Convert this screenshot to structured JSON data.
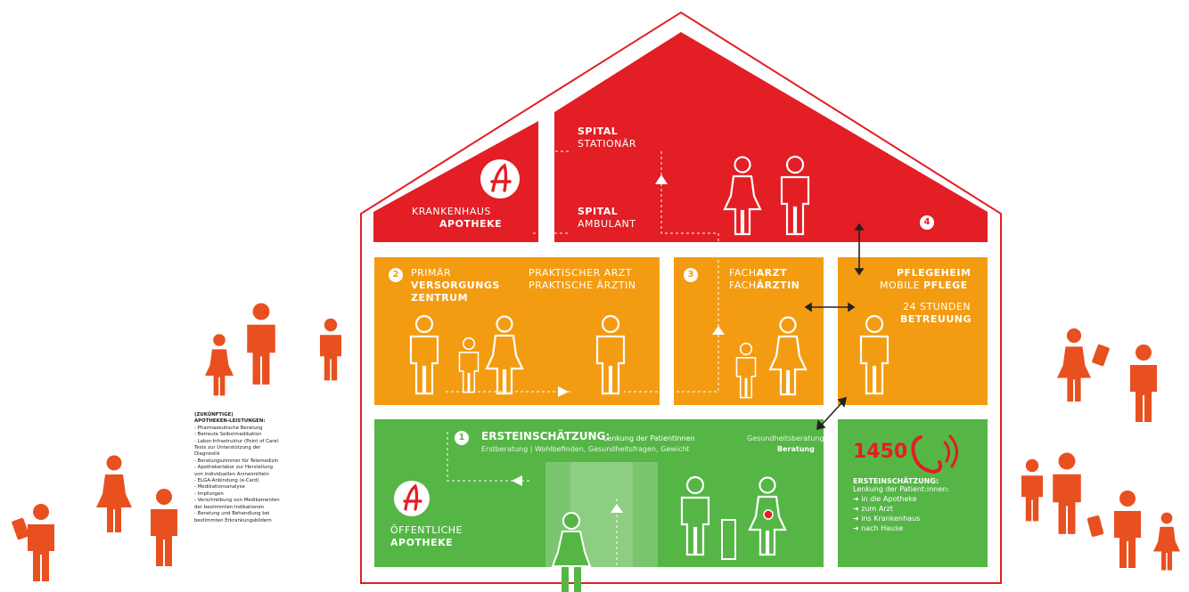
{
  "roof": {
    "krankenhaus": {
      "line1": "KRANKENHAUS",
      "line2": "APOTHEKE"
    },
    "spital_stationaer": {
      "line1": "SPITAL",
      "line2": "STATIONÄR"
    },
    "spital_ambulant": {
      "line1": "SPITAL",
      "line2": "AMBULANT"
    },
    "marker": "4"
  },
  "middle": {
    "pvz": {
      "number": "2",
      "line1": "PRIMÄR",
      "line2": "VERSORGUNGS",
      "line3": "ZENTRUM"
    },
    "praktischer_arzt": {
      "line1": "PRAKTISCHER ARZT",
      "line2": "PRAKTISCHE ÄRZTIN"
    },
    "facharzt": {
      "number": "3",
      "line1_a": "FACH",
      "line1_b": "ARZT",
      "line2_a": "FACH",
      "line2_b": "ÄRZTIN"
    },
    "pflege": {
      "line1": "PFLEGEHEIM",
      "line2_a": "MOBILE ",
      "line2_b": "PFLEGE",
      "line3": "24 STUNDEN",
      "line4": "BETREUUNG"
    }
  },
  "ground": {
    "ersteinschaetzung": {
      "number": "1",
      "title": "ERSTEINSCHÄTZUNG:",
      "subtitle": "Lenkung der PatientInnen",
      "detail": "Erstberatung | Wohlbefinden, Gesundheitsfragen, Gewicht",
      "right_line1": "Gesundheitsberatung",
      "right_line2": "Beratung"
    },
    "apotheke": {
      "line1": "ÖFFENTLICHE",
      "line2": "APOTHEKE"
    },
    "hotline": {
      "number": "1450",
      "heading": "ERSTEINSCHÄTZUNG:",
      "subheading": "Lenkung der Patient:innen:",
      "items": [
        "in die Apotheke",
        "zum Arzt",
        "ins Krankenhaus",
        "nach Hause"
      ]
    }
  },
  "services": {
    "heading1": "(ZUKÜNFTIGE)",
    "heading2": "APOTHEKEN-LEISTUNGEN:",
    "items": [
      "- Pharmazeutische Beratung",
      "- Betreute Selbstmedikation",
      "- Labor-Infrastruktur (Point of Care)",
      "  Tests zur Unterstützung der",
      "  Diagnostik",
      "- Beratungszimmer für Telemedizin",
      "- Apothekerlabor zur Herstellung",
      "  von individuellen Arzneimitteln",
      "- ELGA-Anbindung (e-Card)",
      "- Medikationsanalyse",
      "- Impfungen",
      "- Verschreibung von Medikamenten",
      "  der bestimmten Indikationen",
      "- Beratung und Behandlung bei",
      "  bestimmten Erkrankungsbildern"
    ]
  },
  "colors": {
    "red": "#e31e24",
    "orange": "#f39c12",
    "green": "#55b646",
    "people": "#e8501f",
    "outline": "#e31e24"
  },
  "icons": [
    "apotheke-logo-icon",
    "phone-icon",
    "person-icon",
    "arrow-icon"
  ]
}
